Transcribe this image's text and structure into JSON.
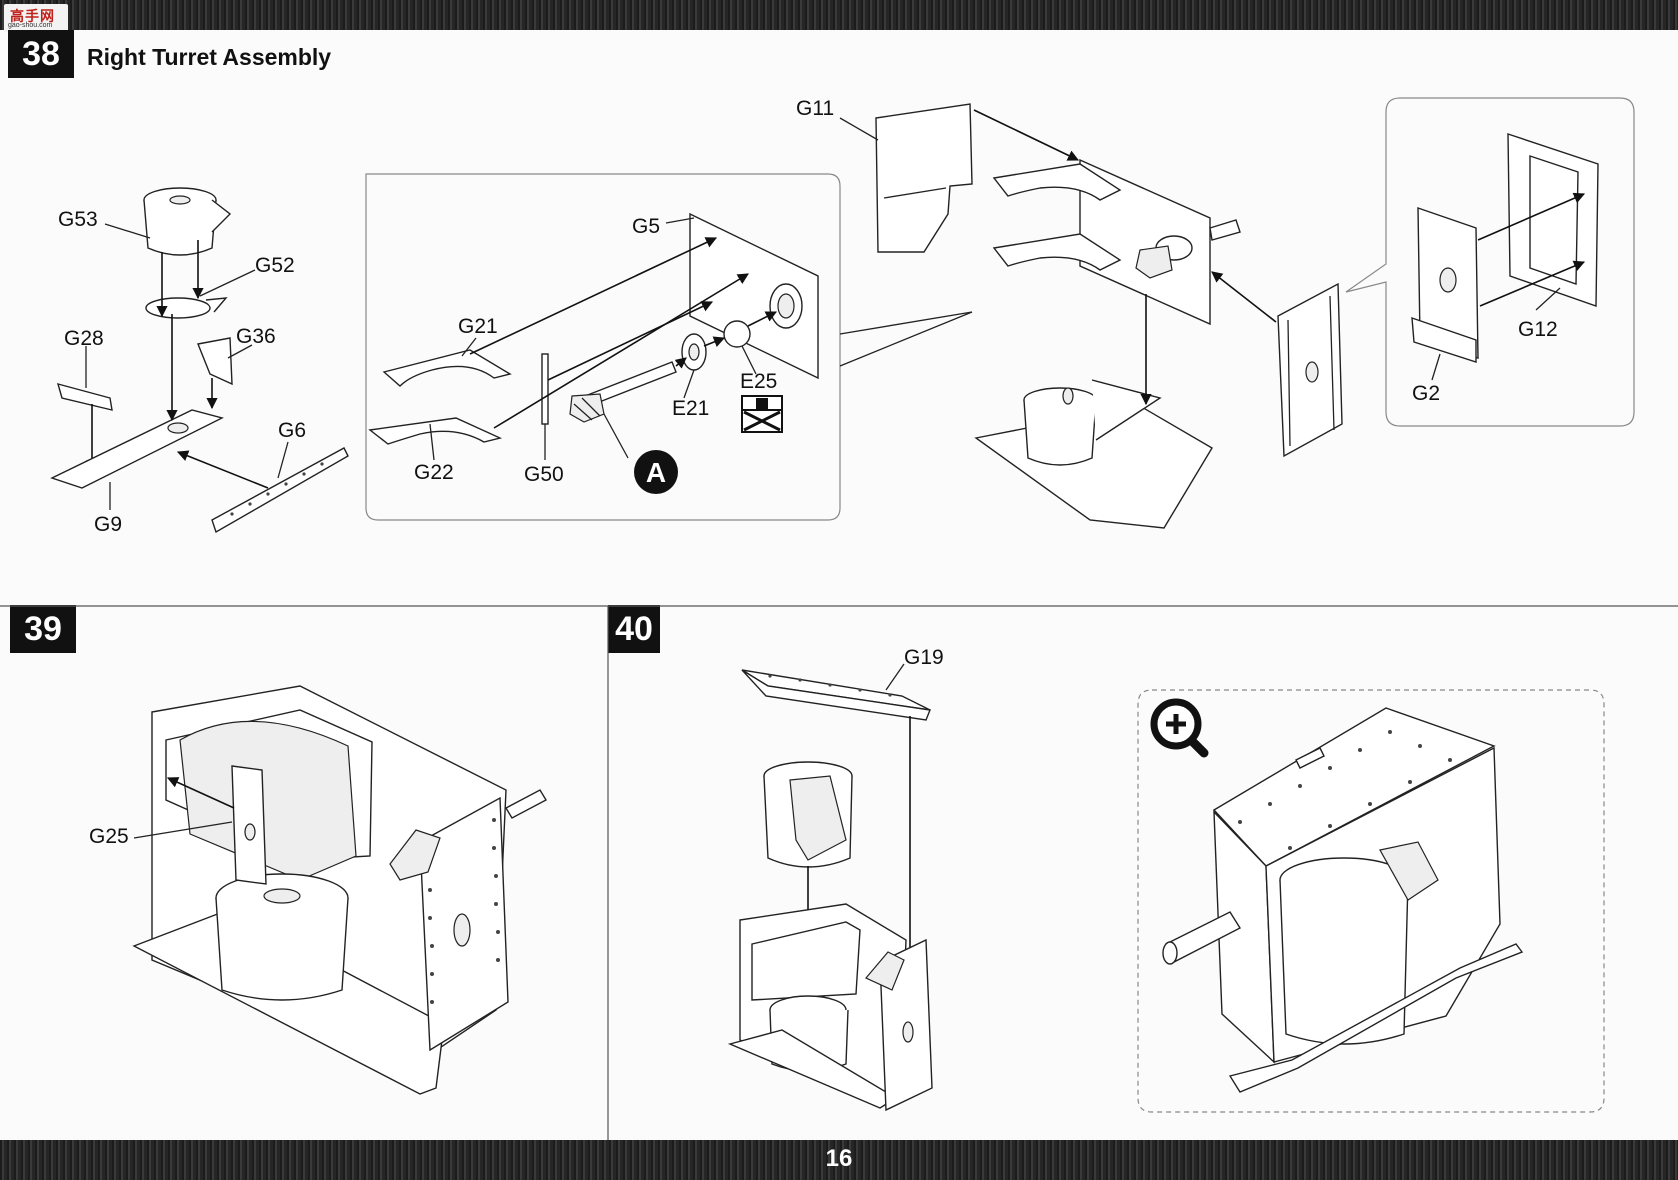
{
  "page": {
    "number": "16"
  },
  "watermark": {
    "mark": "高手网",
    "url": "gao-shou.com"
  },
  "steps": [
    {
      "number": "38",
      "title": "Right Turret Assembly"
    },
    {
      "number": "39"
    },
    {
      "number": "40"
    }
  ],
  "step38": {
    "left_labels": [
      "G53",
      "G52",
      "G28",
      "G36",
      "G6",
      "G9"
    ],
    "inset_labels": [
      "G5",
      "G21",
      "G22",
      "G50",
      "E21",
      "E25",
      "A"
    ],
    "right_labels": [
      "G11"
    ],
    "detail_labels": [
      "G2",
      "G12"
    ]
  },
  "step39": {
    "labels": [
      "G25"
    ]
  },
  "step40": {
    "labels": [
      "G19"
    ]
  },
  "icons": [
    "zoom-in-icon",
    "do-not-glue-icon"
  ]
}
